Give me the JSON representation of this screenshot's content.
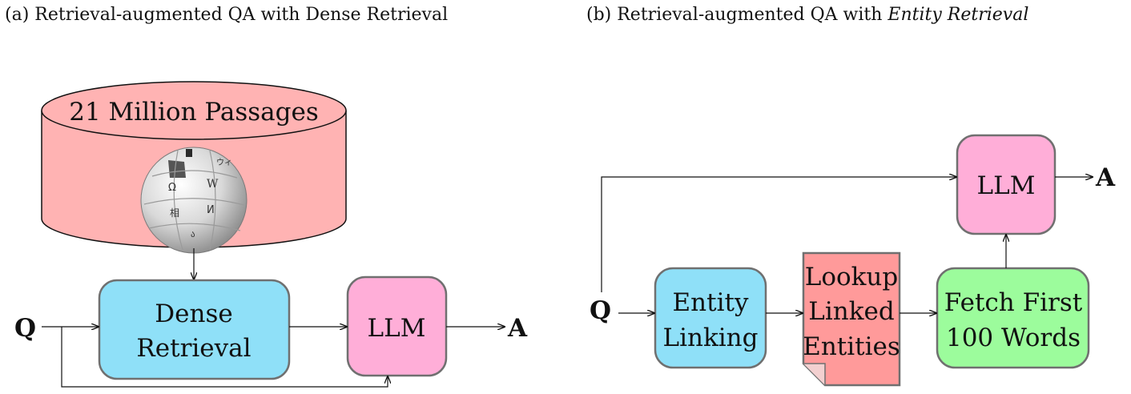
{
  "panel_a": {
    "caption": "(a) Retrieval-augmented QA with Dense Retrieval",
    "database_label": "21 Million Passages",
    "retriever_line1": "Dense",
    "retriever_line2": "Retrieval",
    "llm_label": "LLM",
    "input_label": "Q",
    "output_label": "A"
  },
  "panel_b": {
    "caption_prefix": "(b) Retrieval-augmented QA with ",
    "caption_emph": "Entity Retrieval",
    "entity_linking_line1": "Entity",
    "entity_linking_line2": "Linking",
    "lookup_line1": "Lookup",
    "lookup_line2": "Linked",
    "lookup_line3": "Entities",
    "fetch_line1": "Fetch First",
    "fetch_line2": "100 Words",
    "llm_label": "LLM",
    "input_label": "Q",
    "output_label": "A"
  },
  "colors": {
    "database_fill": "#ffb3b3",
    "retriever_fill": "#8fe0f8",
    "llm_fill": "#ffaed8",
    "entity_linking_fill": "#8fe0f8",
    "lookup_fill": "#ff9a9a",
    "fetch_fill": "#9cfc9c",
    "node_stroke": "#707070",
    "arrow": "#111111"
  },
  "icons": {
    "logo": "wikipedia-globe-icon"
  }
}
